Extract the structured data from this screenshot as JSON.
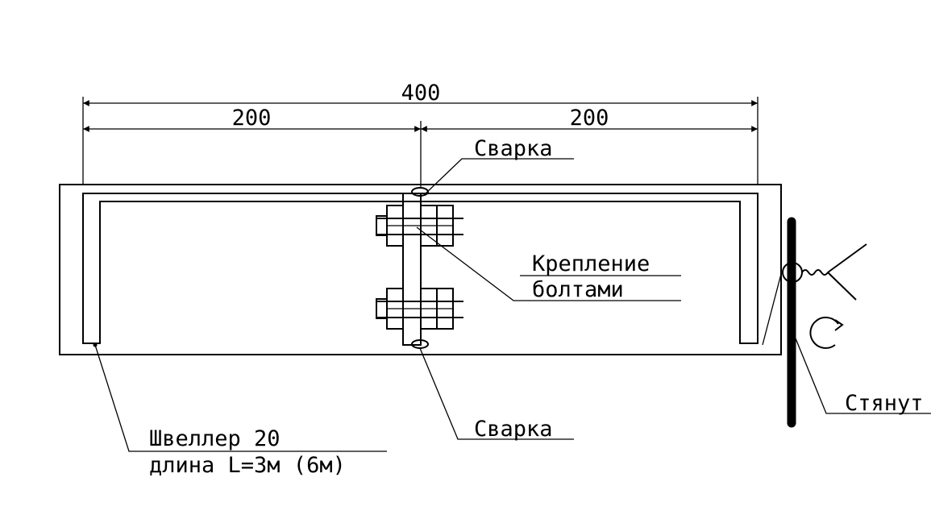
{
  "dimensions": {
    "total": "400",
    "left": "200",
    "right": "200"
  },
  "labels": {
    "weld_top": "Сварка",
    "weld_bottom": "Сварка",
    "bolts_line1": "Крепление",
    "bolts_line2": "болтами",
    "channel_line1": "Швеллер 20",
    "channel_line2": "длина L=3м (6м)",
    "tie": "Стянут"
  }
}
